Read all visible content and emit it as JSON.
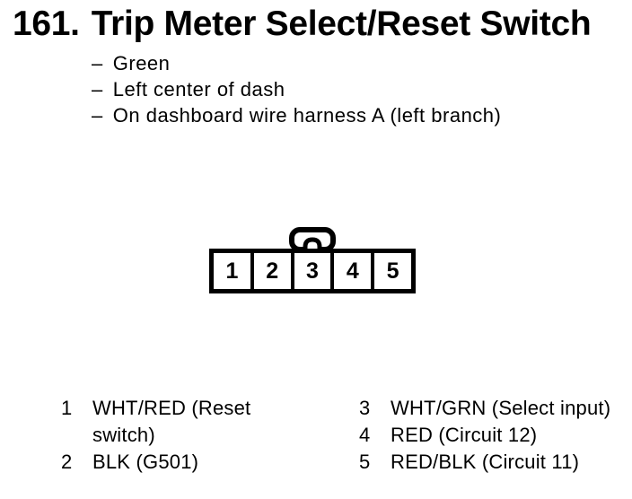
{
  "document": {
    "item_number": "161.",
    "title": "Trip Meter Select/Reset Switch",
    "bullet_char": "–",
    "bullets": [
      "Green",
      "Left center of dash",
      "On dashboard wire harness A (left branch)"
    ]
  },
  "connector": {
    "pins": [
      "1",
      "2",
      "3",
      "4",
      "5"
    ]
  },
  "pin_legend": {
    "left": [
      {
        "pin": "1",
        "label": "WHT/RED (Reset switch)"
      },
      {
        "pin": "2",
        "label": "BLK (G501)"
      }
    ],
    "right": [
      {
        "pin": "3",
        "label": "WHT/GRN (Select input)"
      },
      {
        "pin": "4",
        "label": "RED (Circuit 12)"
      },
      {
        "pin": "5",
        "label": "RED/BLK (Circuit 11)"
      }
    ]
  },
  "colors": {
    "ink": "#000000",
    "paper": "#ffffff"
  }
}
